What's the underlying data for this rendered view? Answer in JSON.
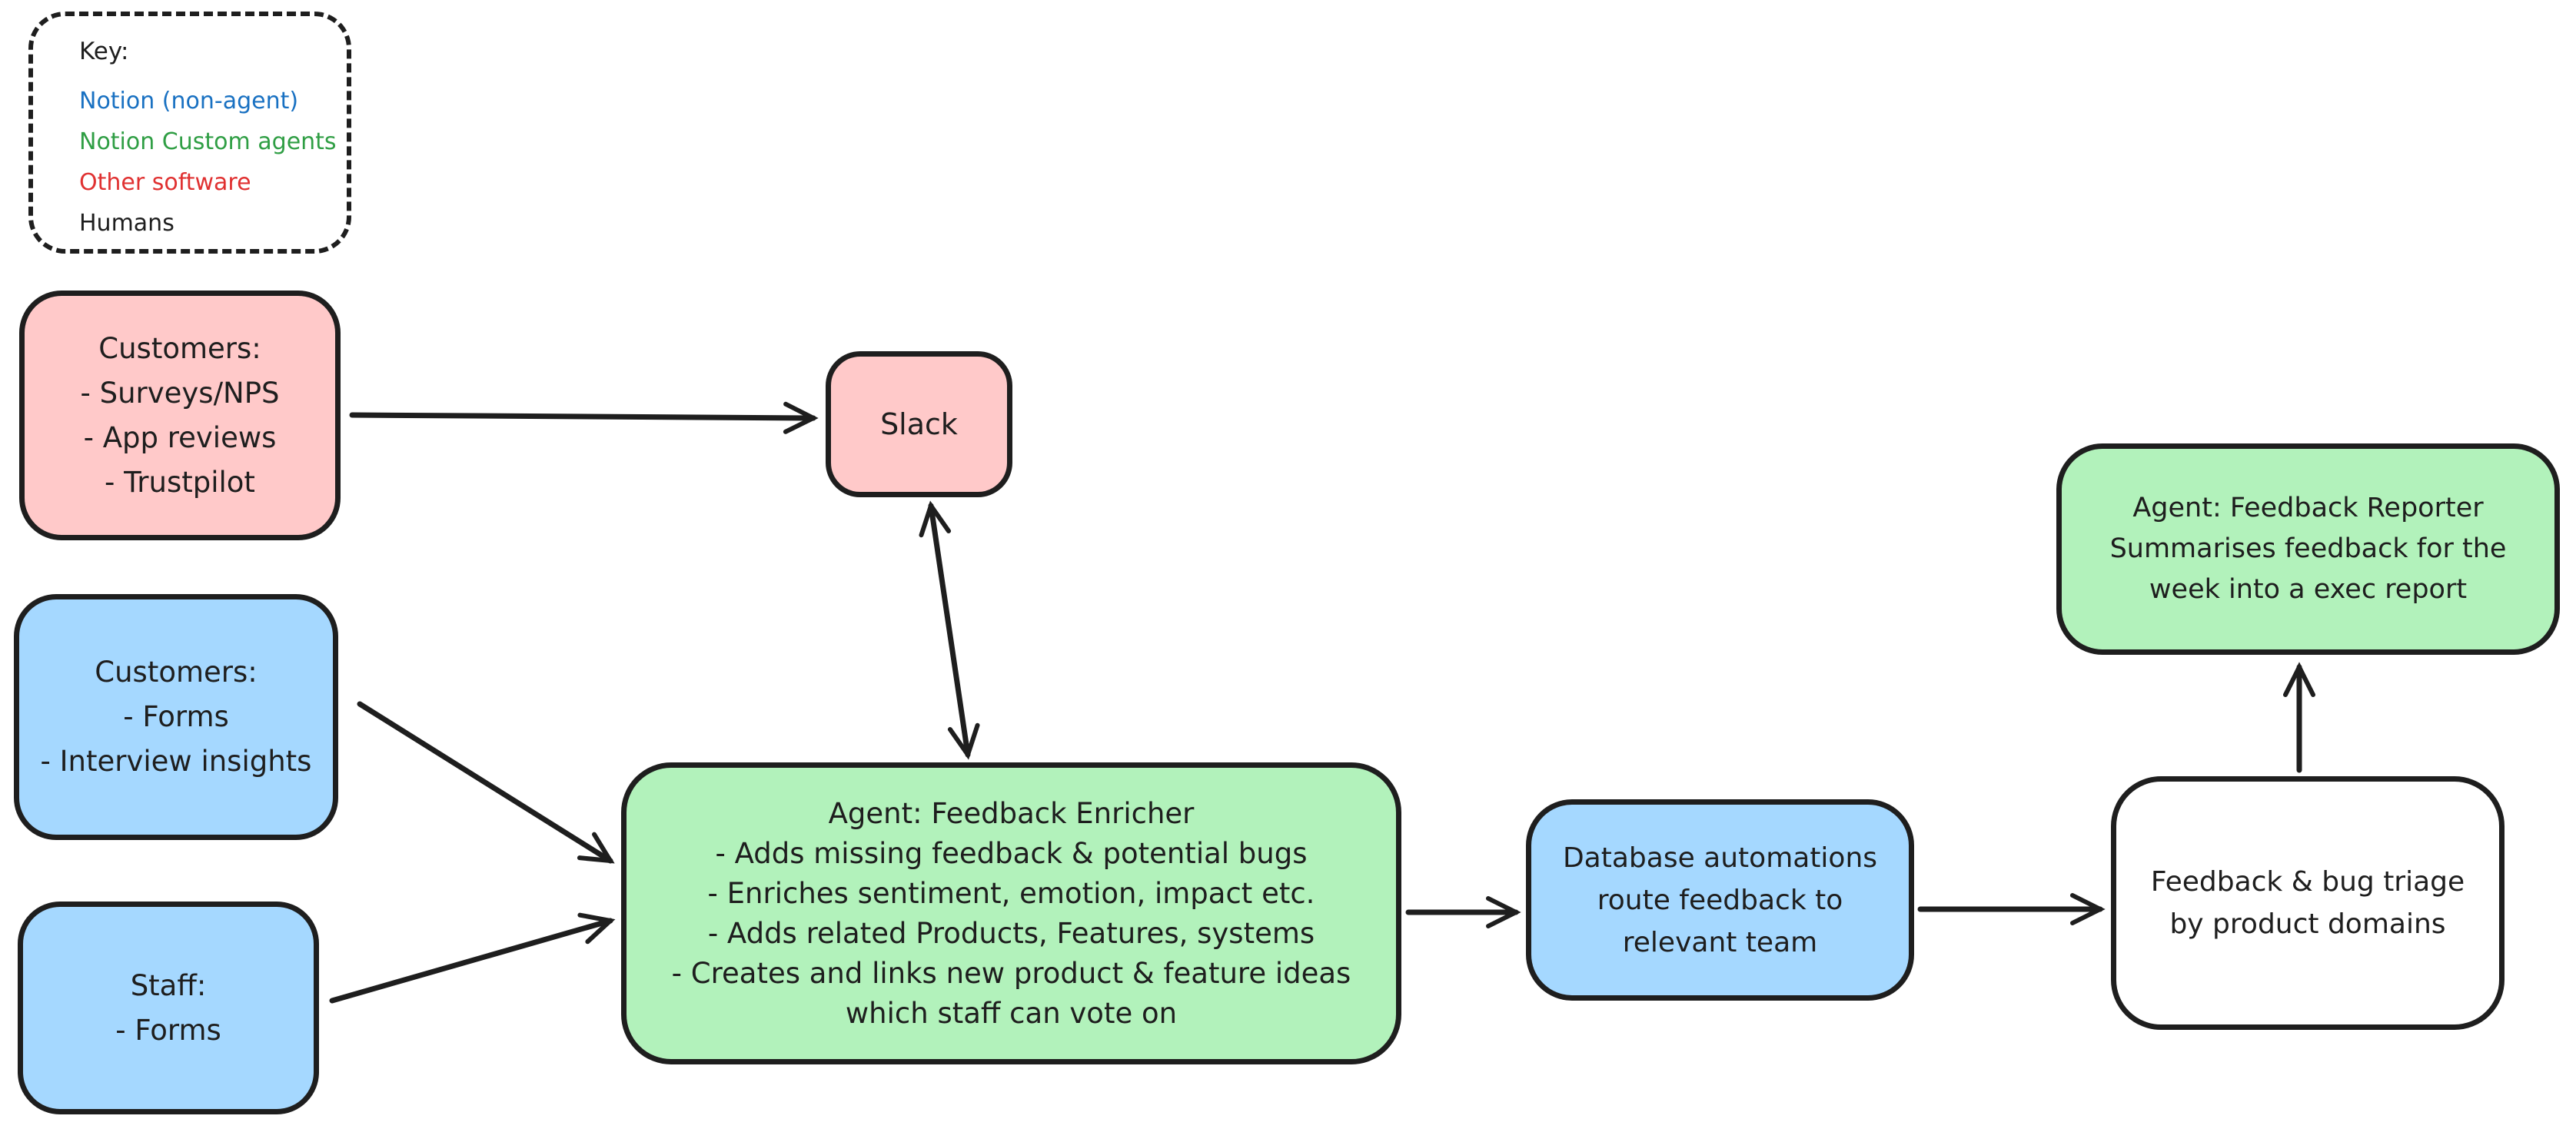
{
  "colors": {
    "stroke": "#1e1e1e",
    "fill_red": "#ffc9c9",
    "fill_blue": "#a5d8ff",
    "fill_green": "#b2f2bb",
    "fill_white": "#ffffff",
    "text_blue": "#1971c2",
    "text_green": "#2f9e44",
    "text_red": "#e03131",
    "text_black": "#1e1e1e"
  },
  "legend": {
    "title": "Key:",
    "items": [
      {
        "label": "Notion (non-agent)",
        "color": "#1971c2"
      },
      {
        "label": "Notion Custom agents",
        "color": "#2f9e44"
      },
      {
        "label": "Other software",
        "color": "#e03131"
      },
      {
        "label": "Humans",
        "color": "#1e1e1e"
      }
    ]
  },
  "nodes": {
    "customers_external": {
      "fill": "#ffc9c9",
      "lines": [
        "Customers:",
        "- Surveys/NPS",
        "- App reviews",
        "- Trustpilot"
      ]
    },
    "slack": {
      "fill": "#ffc9c9",
      "lines": [
        "Slack"
      ]
    },
    "customers_notion": {
      "fill": "#a5d8ff",
      "lines": [
        "Customers:",
        "- Forms",
        "- Interview insights"
      ]
    },
    "staff": {
      "fill": "#a5d8ff",
      "lines": [
        "Staff:",
        "- Forms"
      ]
    },
    "enricher": {
      "fill": "#b2f2bb",
      "lines": [
        "Agent: Feedback Enricher",
        "- Adds missing feedback & potential bugs",
        "- Enriches sentiment, emotion, impact etc.",
        "- Adds related Products, Features, systems",
        "- Creates and links new product & feature ideas",
        "which staff can vote on"
      ]
    },
    "database": {
      "fill": "#a5d8ff",
      "lines": [
        "Database automations",
        "route feedback to",
        "relevant team"
      ]
    },
    "triage": {
      "fill": "#ffffff",
      "lines": [
        "Feedback & bug triage",
        "by product domains"
      ]
    },
    "reporter": {
      "fill": "#b2f2bb",
      "lines": [
        "Agent: Feedback Reporter",
        "Summarises feedback for the",
        "week into a exec report"
      ]
    }
  },
  "edges": [
    {
      "from": "customers_external",
      "to": "slack",
      "heads": "end"
    },
    {
      "from": "slack",
      "to": "enricher",
      "heads": "both"
    },
    {
      "from": "customers_notion",
      "to": "enricher",
      "heads": "end"
    },
    {
      "from": "staff",
      "to": "enricher",
      "heads": "end"
    },
    {
      "from": "enricher",
      "to": "database",
      "heads": "end"
    },
    {
      "from": "database",
      "to": "triage",
      "heads": "end"
    },
    {
      "from": "triage",
      "to": "reporter",
      "heads": "end"
    }
  ]
}
